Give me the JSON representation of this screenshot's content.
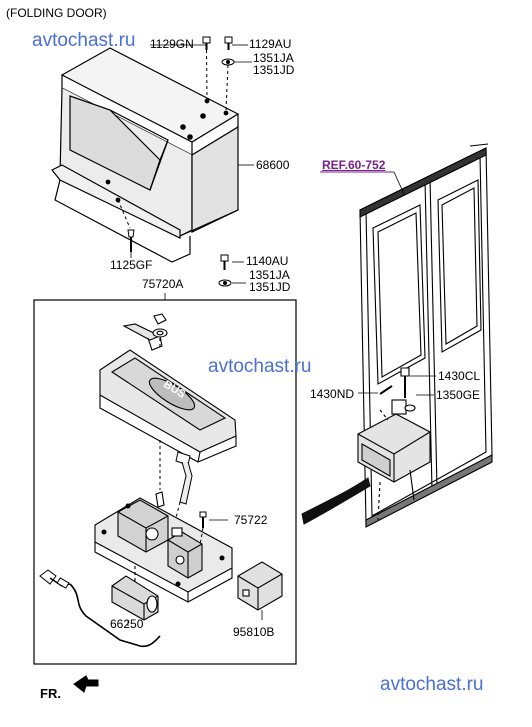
{
  "title": "(FOLDING DOOR)",
  "ref_label": "REF.60-752",
  "fr_label": "FR.",
  "watermark": "avtochast.ru",
  "parts": {
    "p1129GN": "1129GN",
    "p1129AU": "1129AU",
    "p1351JA_top": "1351JA",
    "p1351JD_top": "1351JD",
    "p68600": "68600",
    "p1125GF": "1125GF",
    "p1140AU": "1140AU",
    "p1351JA_mid": "1351JA",
    "p1351JD_mid": "1351JD",
    "p75720A": "75720A",
    "p75722": "75722",
    "p66250": "66250",
    "p95810B": "95810B",
    "p1430CL": "1430CL",
    "p1430ND": "1430ND",
    "p1350GE": "1350GE"
  },
  "colors": {
    "line": "#000000",
    "ref": "#7a1f8a",
    "watermark": "#4a6fd6"
  }
}
